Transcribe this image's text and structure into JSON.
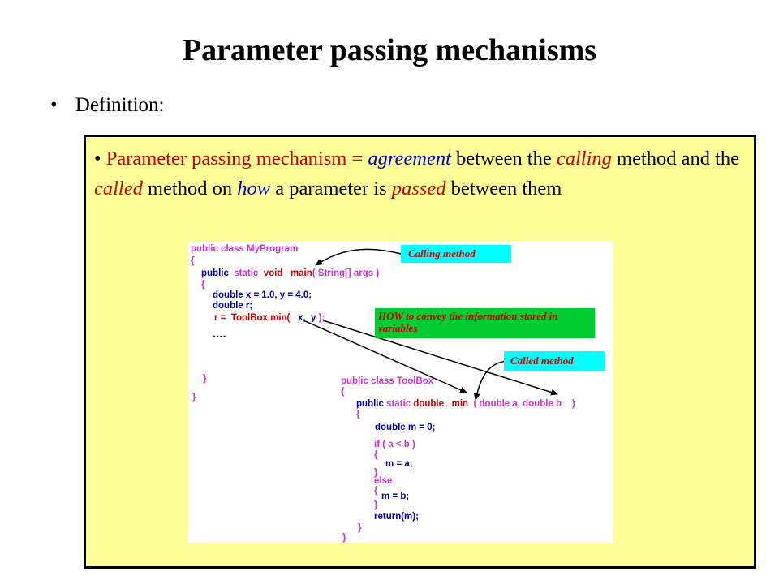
{
  "slide": {
    "title": "Parameter passing mechanisms",
    "bullet": "Definition:"
  },
  "definition": {
    "bullet_mark": "•",
    "part1": "Parameter passing mechanism = ",
    "agreement": "agreement",
    "part2": " between the ",
    "calling": "calling",
    "part3": " method and the ",
    "called": "called",
    "part4": " method on ",
    "how": "how",
    "part5": " a parameter is ",
    "passed": "passed",
    "part6": " between them"
  },
  "code": {
    "myprogram": {
      "class_decl": "public class MyProgram",
      "open_brace": "{",
      "kw_public": "public",
      "kw_static": "static",
      "kw_void": "void",
      "main_name": "main",
      "main_params": "( String[] args )",
      "method_open": "{",
      "line1": "double x = 1.0, y = 4.0;",
      "line2": "double r;",
      "assign_r": "r =",
      "call": "ToolBox.min(",
      "arg_x": "x",
      "comma": ",",
      "arg_y": "y",
      "call_close": ");",
      "ellipsis": "....",
      "method_close": "}",
      "class_close": "}"
    },
    "toolbox": {
      "class_decl": "public class ToolBox",
      "open_brace": "{",
      "kw_public": "public",
      "kw_static": "static",
      "kw_double": "double",
      "min_name": "min",
      "min_params": "( double a, double b",
      "min_close": ")",
      "method_open": "{",
      "line1": "double m = 0;",
      "if_line": "if ( a < b )",
      "if_open": "{",
      "assign_a": "m = a;",
      "if_close": "}",
      "else_line": "else",
      "else_open": "{",
      "assign_b": "m = b;",
      "else_close": "}",
      "return_line": "return(m);",
      "method_close": "}",
      "class_close": "}"
    }
  },
  "callouts": {
    "calling_method": "Calling method",
    "how_convey": "HOW to convey the information stored in variables",
    "called_method": "Called method"
  },
  "colors": {
    "box_background": "#ffff99",
    "calling_callout": "#00ffff",
    "how_callout": "#00cc33",
    "keyword_magenta": "#cc33cc",
    "text_red": "#cc0000",
    "text_blue": "#0000cc"
  }
}
